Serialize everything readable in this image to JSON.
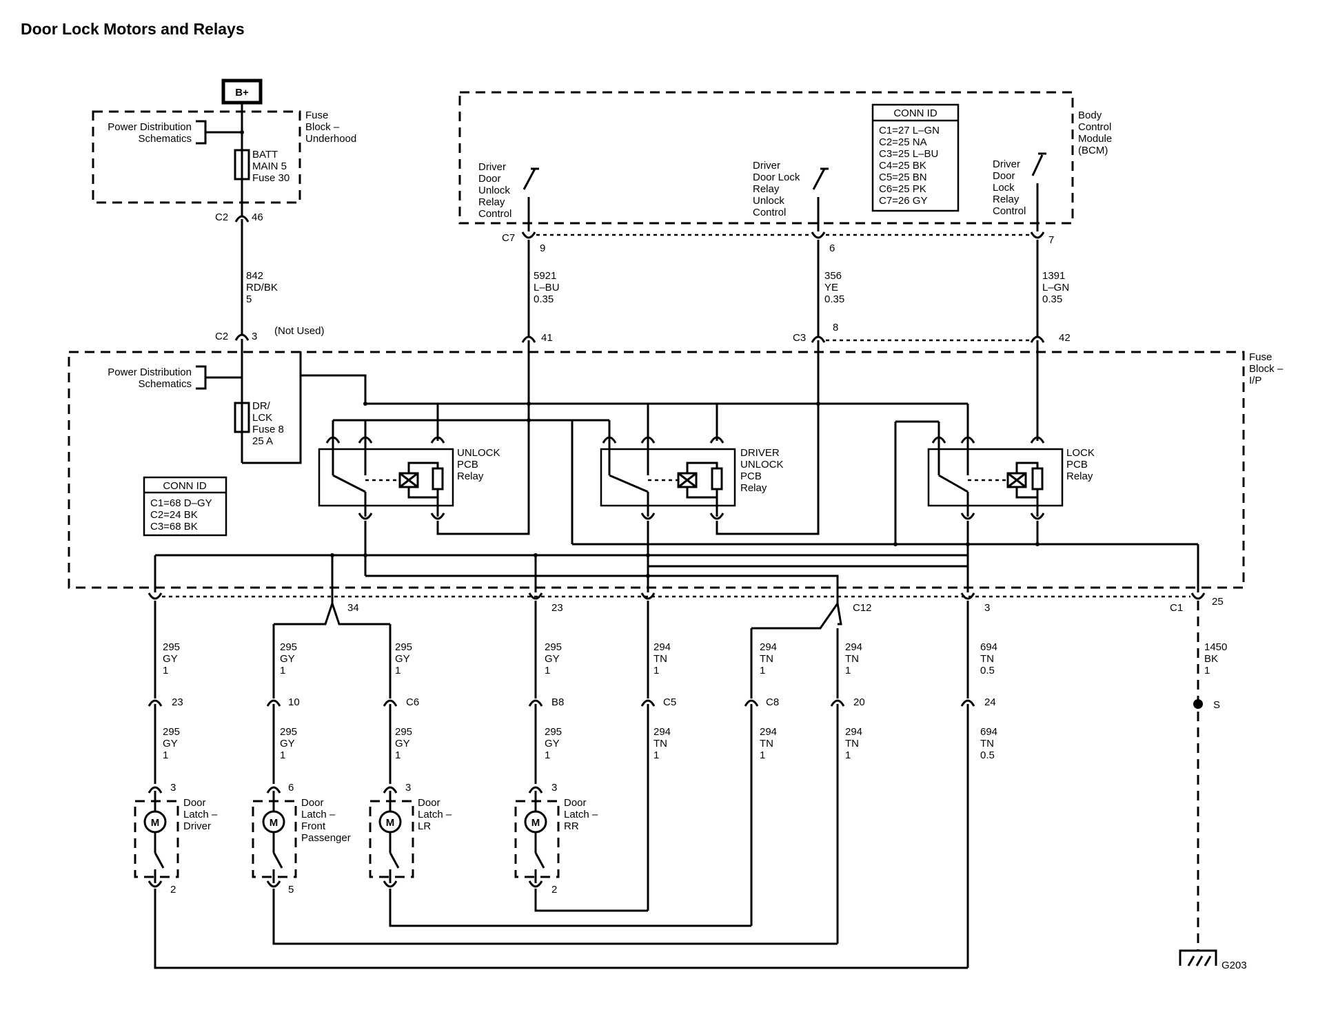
{
  "title": "Door Lock Motors and Relays",
  "power": {
    "label": "B+"
  },
  "pds_label": [
    "Power Distribution",
    "Schematics"
  ],
  "fuse_block_underhood": {
    "label": [
      "Fuse",
      "Block –",
      "Underhood"
    ],
    "fuse": [
      "BATT",
      "MAIN 5",
      "Fuse 30"
    ]
  },
  "fuse_block_ip": {
    "label": [
      "Fuse",
      "Block –",
      "I/P"
    ],
    "fuse": [
      "DR/",
      "LCK",
      "Fuse 8",
      "25 A"
    ],
    "not_used": "(Not Used)",
    "conn_id": {
      "title": "CONN ID",
      "items": [
        "C1=68 D–GY",
        "C2=24 BK",
        "C3=68 BK"
      ]
    }
  },
  "bcm": {
    "label": [
      "Body",
      "Control",
      "Module",
      "(BCM)"
    ],
    "conn_id": {
      "title": "CONN ID",
      "items": [
        "C1=27 L–GN",
        "C2=25 NA",
        "C3=25 L–BU",
        "C4=25 BK",
        "C5=25 BN",
        "C6=25 PK",
        "C7=26 GY"
      ]
    },
    "controls": [
      [
        "Driver",
        "Door",
        "Unlock",
        "Relay",
        "Control"
      ],
      [
        "Driver",
        "Door Lock",
        "Relay",
        "Unlock",
        "Control"
      ],
      [
        "Driver",
        "Door",
        "Lock",
        "Relay",
        "Control"
      ]
    ]
  },
  "relays": [
    [
      "UNLOCK",
      "PCB",
      "Relay"
    ],
    [
      "DRIVER",
      "UNLOCK",
      "PCB",
      "Relay"
    ],
    [
      "LOCK",
      "PCB",
      "Relay"
    ]
  ],
  "wires": {
    "w842": [
      "842",
      "RD/BK",
      "5"
    ],
    "w5921": [
      "5921",
      "L–BU",
      "0.35"
    ],
    "w356": [
      "356",
      "YE",
      "0.35"
    ],
    "w1391": [
      "1391",
      "L–GN",
      "0.35"
    ],
    "gy": [
      "295",
      "GY",
      "1"
    ],
    "tn": [
      "294",
      "TN",
      "1"
    ],
    "tn05": [
      "694",
      "TN",
      "0.5"
    ],
    "bk": [
      "1450",
      "BK",
      "1"
    ]
  },
  "pins": {
    "c2_46": "C2",
    "n46": "46",
    "c2_3": "C2",
    "n3": "3",
    "c7": "C7",
    "n9": "9",
    "n6": "6",
    "n7": "7",
    "n41": "41",
    "c3": "C3",
    "n8": "8",
    "n42": "42",
    "r34": "34",
    "r23": "23",
    "rc12": "C12",
    "r3": "3",
    "rc1": "C1",
    "r25": "25",
    "m23": "23",
    "m10": "10",
    "mc6": "C6",
    "mb8": "B8",
    "mc5": "C5",
    "mc8": "C8",
    "m20": "20",
    "m24": "24",
    "ms": "S",
    "l3a": "3",
    "l6": "6",
    "l3b": "3",
    "l3c": "3",
    "b2a": "2",
    "b5": "5",
    "b2c": "2"
  },
  "latches": [
    [
      "Door",
      "Latch –",
      "Driver"
    ],
    [
      "Door",
      "Latch –",
      "Front",
      "Passenger"
    ],
    [
      "Door",
      "Latch –",
      "LR"
    ],
    [
      "Door",
      "Latch –",
      "RR"
    ]
  ],
  "motor_symbol": "M",
  "ground": "G203"
}
